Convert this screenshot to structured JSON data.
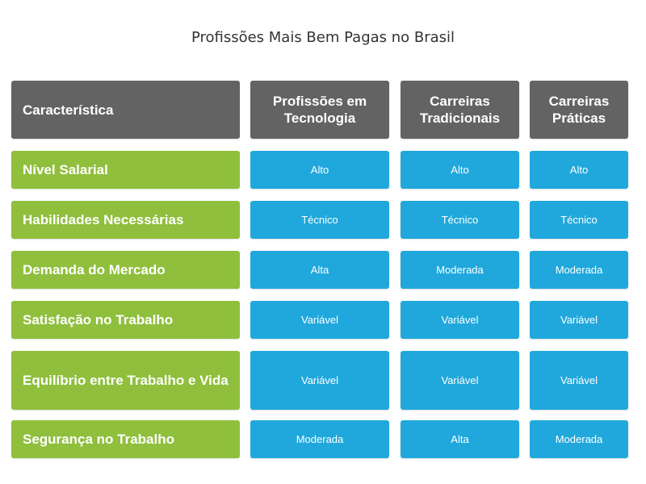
{
  "chart_data": {
    "type": "table",
    "title": "Profissões Mais Bem Pagas no Brasil",
    "columns": [
      "Característica",
      "Profissões em Tecnologia",
      "Carreiras Tradicionais",
      "Carreiras Práticas"
    ],
    "rows": [
      {
        "label": "Nível Salarial",
        "values": [
          "Alto",
          "Alto",
          "Alto"
        ]
      },
      {
        "label": "Habilidades Necessárias",
        "values": [
          "Técnico",
          "Técnico",
          "Técnico"
        ]
      },
      {
        "label": "Demanda do Mercado",
        "values": [
          "Alta",
          "Moderada",
          "Moderada"
        ]
      },
      {
        "label": "Satisfação no Trabalho",
        "values": [
          "Variável",
          "Variável",
          "Variável"
        ]
      },
      {
        "label": "Equilíbrio entre Trabalho e Vida",
        "values": [
          "Variável",
          "Variável",
          "Variável"
        ]
      },
      {
        "label": "Segurança no Trabalho",
        "values": [
          "Moderada",
          "Alta",
          "Moderada"
        ]
      }
    ],
    "colors": {
      "header": "#636363",
      "row_label": "#8fbf3c",
      "value_cell": "#20a8dc",
      "text": "#ffffff",
      "title": "#333333"
    }
  }
}
